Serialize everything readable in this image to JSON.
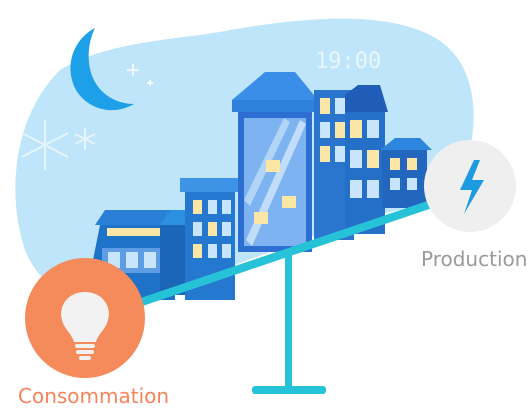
{
  "clock": {
    "time": "19:00"
  },
  "labels": {
    "consumption": "Consommation",
    "production": "Production"
  },
  "colors": {
    "consumption_circle": "#F58A5B",
    "production_circle": "#EFEFEF",
    "consumption_text": "#F4845A",
    "production_text": "#9A9A9A",
    "sky": "#BEE5F9",
    "moon": "#1EA0E8",
    "scale": "#26C2D8",
    "lightning": "#1D9BE0"
  },
  "icons": {
    "consumption": "lightbulb-icon",
    "production": "lightning-bolt-icon",
    "night": "moon-icon",
    "weather": "snowflake-icon"
  }
}
